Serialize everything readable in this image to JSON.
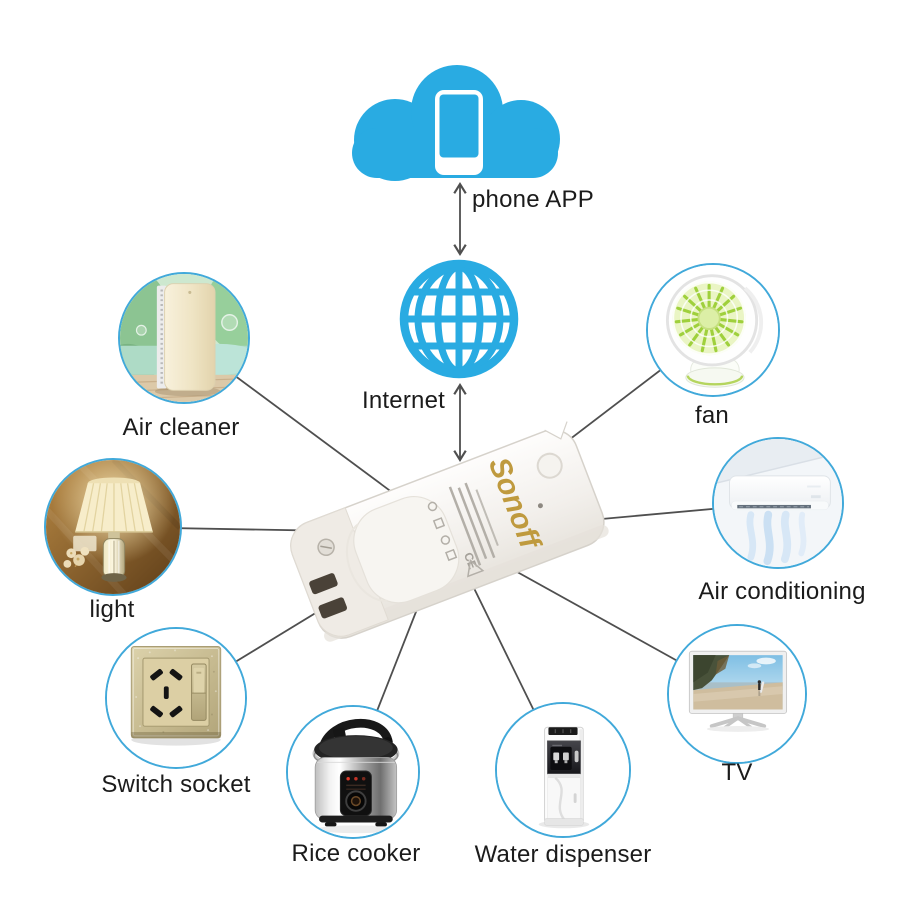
{
  "colors": {
    "accent_blue": "#29abe2",
    "circle_border": "#41a9da",
    "connector_gray": "#4f4f4f",
    "label_text": "#1b1b1b",
    "sonoff_gold": "#bf9a3e"
  },
  "icons": {
    "cloud": "cloud-icon",
    "phone": "smartphone-icon",
    "internet": "globe-icon"
  },
  "cloud_app": {
    "label": "phone APP"
  },
  "internet": {
    "label": "Internet"
  },
  "device": {
    "brand": "Sonoff",
    "cert_mark": "CE"
  },
  "nodes": [
    {
      "id": "air-cleaner",
      "label": "Air cleaner"
    },
    {
      "id": "fan",
      "label": "fan"
    },
    {
      "id": "light",
      "label": "light"
    },
    {
      "id": "air-conditioning",
      "label": "Air conditioning"
    },
    {
      "id": "switch-socket",
      "label": "Switch socket"
    },
    {
      "id": "tv",
      "label": "TV"
    },
    {
      "id": "rice-cooker",
      "label": "Rice cooker"
    },
    {
      "id": "water-dispenser",
      "label": "Water dispenser"
    }
  ]
}
